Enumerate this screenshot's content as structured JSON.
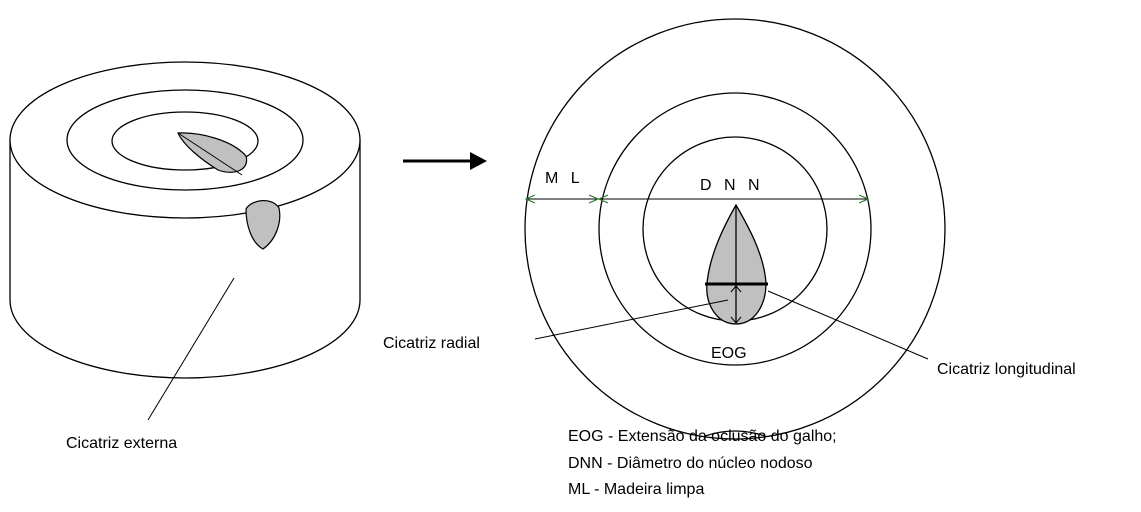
{
  "labels": {
    "external_scar": "Cicatriz externa",
    "clean_wood": "M L",
    "knot_diameter": "D N N",
    "radial_scar": "Cicatriz radial",
    "longitudinal_scar": "Cicatriz longitudinal",
    "branch_occlusion": "EOG"
  },
  "legend": [
    "EOG - Extensão da oclusão do galho;",
    "DNN - Diâmetro do núcleo nodoso",
    "ML - Madeira limpa"
  ],
  "colors": {
    "stroke": "#000000",
    "knot_fill": "#bfbfbf",
    "arrow_tip": "#2e7d32"
  }
}
